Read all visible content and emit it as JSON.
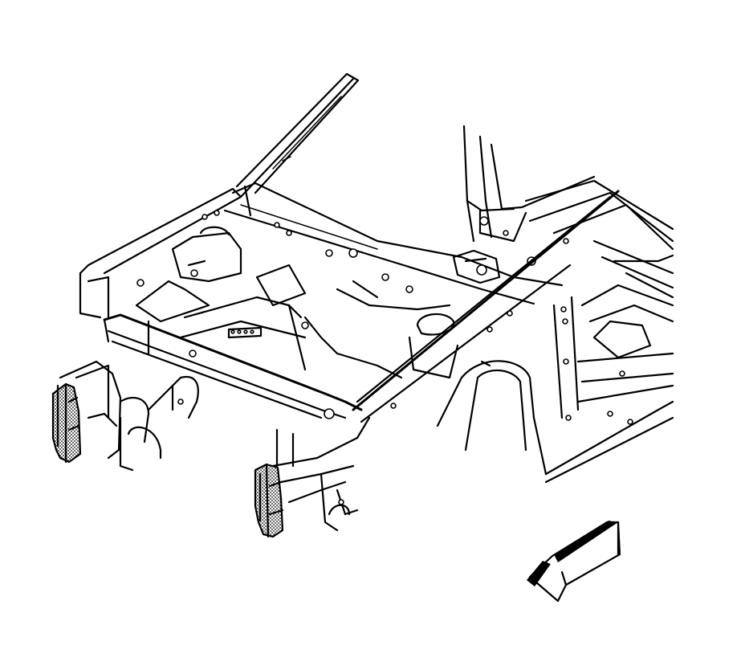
{
  "figure": {
    "subject": "front-frame-body-structure",
    "highlighted_parts": [
      "left-front-bumper-mount-bracket",
      "right-front-bumper-mount-bracket"
    ],
    "view_indicator": "arrow-icon",
    "colors": {
      "line": "#000000",
      "background": "#ffffff",
      "highlight_pattern": "stipple"
    }
  }
}
